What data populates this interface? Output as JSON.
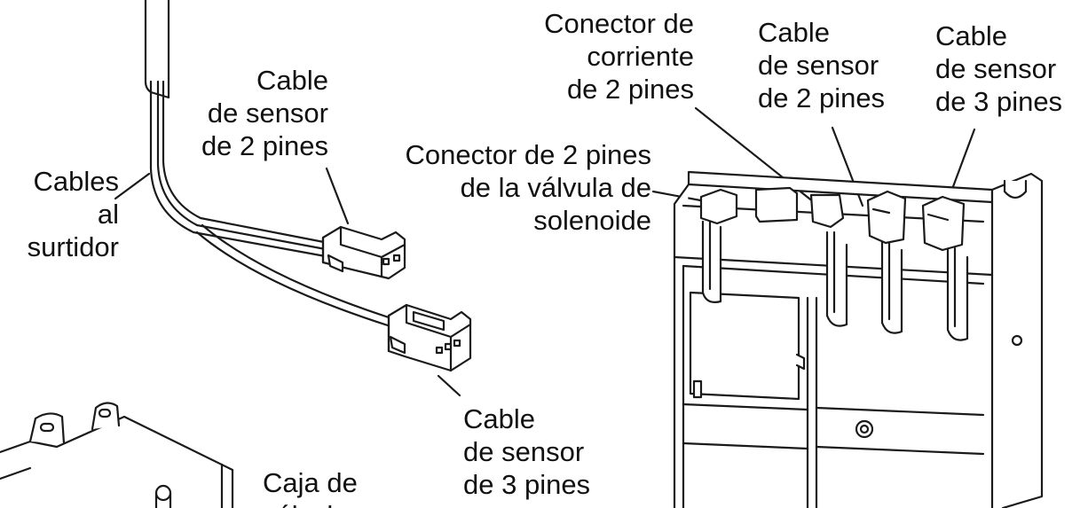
{
  "labels": {
    "cables_surtidor": [
      "Cables",
      "al",
      "surtidor"
    ],
    "cable_sensor_2_left": [
      "Cable",
      "de sensor",
      "de 2 pines"
    ],
    "cable_sensor_3_left": [
      "Cable",
      "de sensor",
      "de 3 pines"
    ],
    "conector_corriente": [
      "Conector de",
      "corriente",
      "de 2 pines"
    ],
    "conector_valvula": [
      "Conector de 2 pines",
      "de la válvula de",
      "solenoide"
    ],
    "cable_sensor_2_right": [
      "Cable",
      "de sensor",
      "de 2 pines"
    ],
    "cable_sensor_3_right": [
      "Cable",
      "de sensor",
      "de 3 pines"
    ],
    "caja_valvula": [
      "Caja de",
      "válvula"
    ]
  },
  "colors": {
    "line": "#1a1a1a",
    "background": "#ffffff",
    "text": "#111111"
  }
}
